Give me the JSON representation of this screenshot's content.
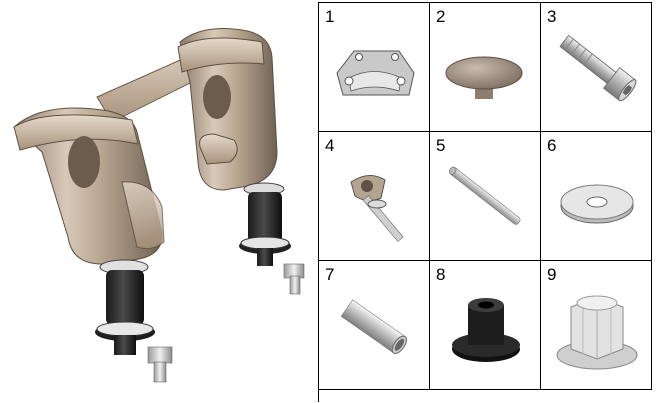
{
  "parts": [
    {
      "number": "1",
      "icon": "top-clamp-bracket-icon"
    },
    {
      "number": "2",
      "icon": "dome-cap-icon"
    },
    {
      "number": "3",
      "icon": "socket-cap-bolt-icon"
    },
    {
      "number": "4",
      "icon": "pivot-clamp-bolt-icon"
    },
    {
      "number": "5",
      "icon": "pin-icon"
    },
    {
      "number": "6",
      "icon": "washer-icon"
    },
    {
      "number": "7",
      "icon": "sleeve-tube-icon"
    },
    {
      "number": "8",
      "icon": "rubber-bushing-icon"
    },
    {
      "number": "9",
      "icon": "flange-lock-nut-icon"
    }
  ]
}
